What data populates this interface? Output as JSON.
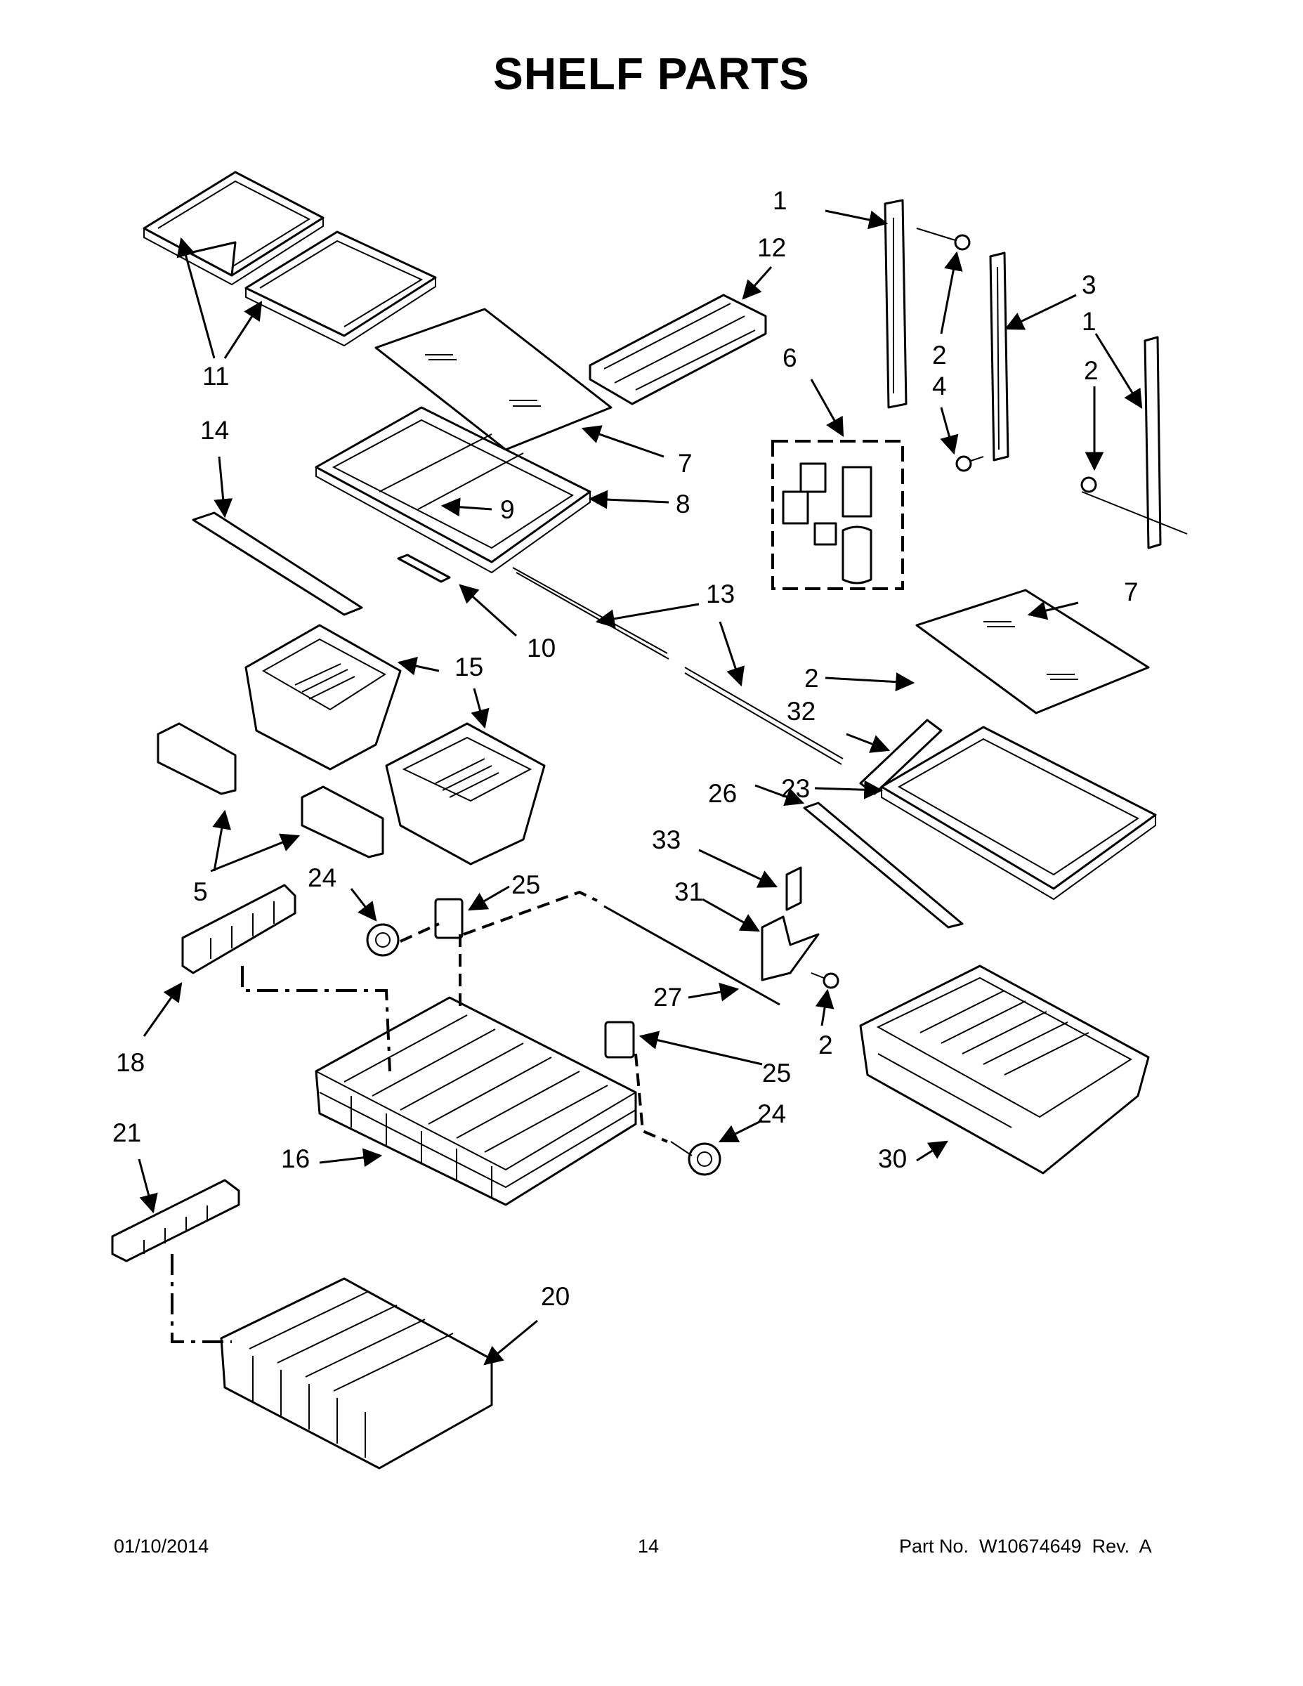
{
  "title": "SHELF PARTS",
  "callouts": [
    "1",
    "12",
    "3",
    "1",
    "2",
    "4",
    "2",
    "11",
    "14",
    "6",
    "7",
    "8",
    "9",
    "10",
    "13",
    "7",
    "2",
    "32",
    "15",
    "23",
    "26",
    "33",
    "5",
    "24",
    "25",
    "31",
    "18",
    "27",
    "2",
    "25",
    "24",
    "21",
    "16",
    "30",
    "20"
  ],
  "footer": {
    "date": "01/10/2014",
    "page": "14",
    "part_no": "Part No.  W10674649  Rev.  A"
  }
}
